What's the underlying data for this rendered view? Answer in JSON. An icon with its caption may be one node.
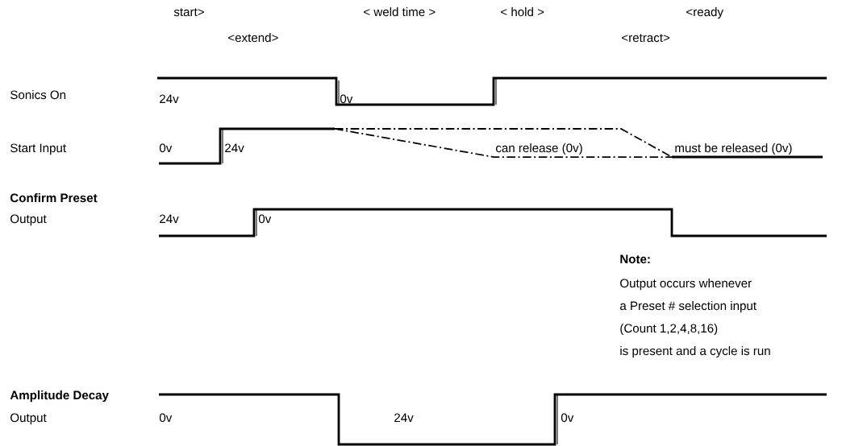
{
  "diagram": {
    "labels": [
      "start>",
      "< weld time >",
      "<  hold  >",
      "<ready",
      "<extend>",
      "<retract>",
      "Sonics On",
      "24v",
      "0v",
      "Start Input",
      "0v",
      "24v",
      "can release (0v)",
      "must be released (0v)",
      "Confirm Preset",
      "Output",
      "24v",
      "0v",
      "Note:",
      "Output occurs whenever",
      "a Preset # selection input",
      "(Count 1,2,4,8,16)",
      "is present and a cycle is run",
      "Amplitude Decay",
      "Output",
      "0v",
      "24v",
      "0v"
    ]
  }
}
